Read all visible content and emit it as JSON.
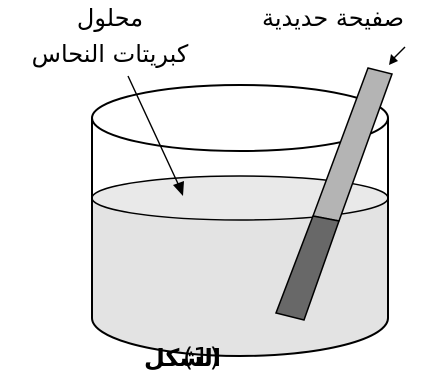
{
  "labels": {
    "solution_line1": "محلول",
    "solution_line2": "كبريتات النحاس",
    "plate": "صفيحة حديدية"
  },
  "caption": {
    "word": "الشكل",
    "number": "(1)"
  },
  "colors": {
    "solution": "#e3e3e3",
    "plate_dry": "#b4b4b4",
    "plate_submerged": "#686868",
    "outline": "#000000"
  }
}
